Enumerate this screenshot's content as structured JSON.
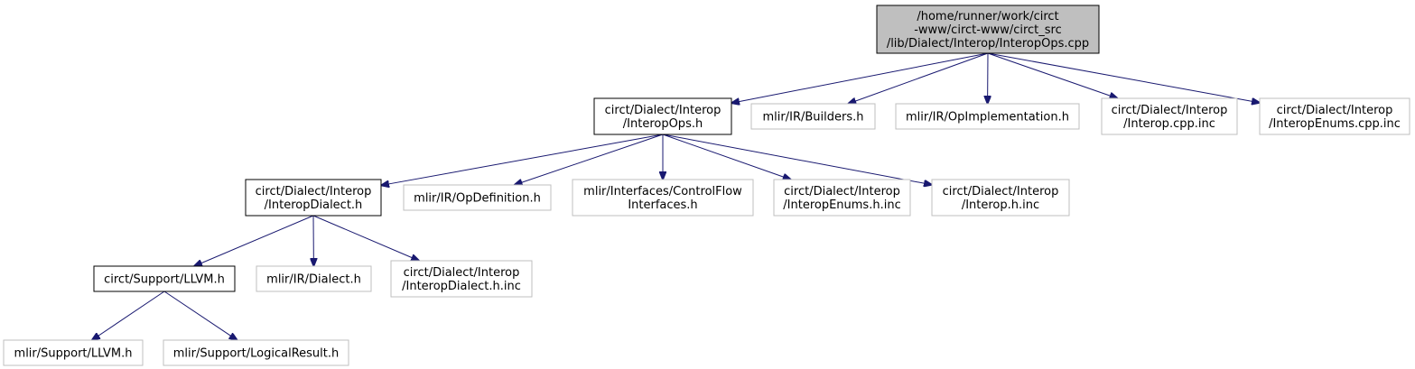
{
  "colors": {
    "edge": "#191970",
    "root_fill": "#bfbfbf",
    "border_primary": "#000000",
    "border_secondary": "#bfbfbf",
    "text": "#000000",
    "background": "#ffffff"
  },
  "nodes": {
    "root": {
      "lines": [
        "/home/runner/work/circt",
        "-www/circt-www/circt_src",
        "/lib/Dialect/Interop/InteropOps.cpp"
      ],
      "style": "root"
    },
    "interop_ops_h": {
      "lines": [
        "circt/Dialect/Interop",
        "/InteropOps.h"
      ],
      "style": "primary"
    },
    "mlir_builders_h": {
      "lines": [
        "mlir/IR/Builders.h"
      ],
      "style": "secondary"
    },
    "mlir_opimplementation_h": {
      "lines": [
        "mlir/IR/OpImplementation.h"
      ],
      "style": "secondary"
    },
    "interop_cpp_inc": {
      "lines": [
        "circt/Dialect/Interop",
        "/Interop.cpp.inc"
      ],
      "style": "secondary"
    },
    "interop_enums_cpp_inc": {
      "lines": [
        "circt/Dialect/Interop",
        "/InteropEnums.cpp.inc"
      ],
      "style": "secondary"
    },
    "interop_dialect_h": {
      "lines": [
        "circt/Dialect/Interop",
        "/InteropDialect.h"
      ],
      "style": "primary"
    },
    "mlir_opdefinition_h": {
      "lines": [
        "mlir/IR/OpDefinition.h"
      ],
      "style": "secondary"
    },
    "mlir_controlflow_interfaces_h": {
      "lines": [
        "mlir/Interfaces/ControlFlow",
        "Interfaces.h"
      ],
      "style": "secondary"
    },
    "interop_enums_h_inc": {
      "lines": [
        "circt/Dialect/Interop",
        "/InteropEnums.h.inc"
      ],
      "style": "secondary"
    },
    "interop_h_inc": {
      "lines": [
        "circt/Dialect/Interop",
        "/Interop.h.inc"
      ],
      "style": "secondary"
    },
    "circt_support_llvm_h": {
      "lines": [
        "circt/Support/LLVM.h"
      ],
      "style": "primary"
    },
    "mlir_dialect_h": {
      "lines": [
        "mlir/IR/Dialect.h"
      ],
      "style": "secondary"
    },
    "interop_dialect_h_inc": {
      "lines": [
        "circt/Dialect/Interop",
        "/InteropDialect.h.inc"
      ],
      "style": "secondary"
    },
    "mlir_support_llvm_h": {
      "lines": [
        "mlir/Support/LLVM.h"
      ],
      "style": "secondary"
    },
    "mlir_support_logicalresult_h": {
      "lines": [
        "mlir/Support/LogicalResult.h"
      ],
      "style": "secondary"
    }
  },
  "edges": [
    {
      "from": "root",
      "to": "interop_ops_h"
    },
    {
      "from": "root",
      "to": "mlir_builders_h"
    },
    {
      "from": "root",
      "to": "mlir_opimplementation_h"
    },
    {
      "from": "root",
      "to": "interop_cpp_inc"
    },
    {
      "from": "root",
      "to": "interop_enums_cpp_inc"
    },
    {
      "from": "interop_ops_h",
      "to": "interop_dialect_h"
    },
    {
      "from": "interop_ops_h",
      "to": "mlir_opdefinition_h"
    },
    {
      "from": "interop_ops_h",
      "to": "mlir_controlflow_interfaces_h"
    },
    {
      "from": "interop_ops_h",
      "to": "interop_enums_h_inc"
    },
    {
      "from": "interop_ops_h",
      "to": "interop_h_inc"
    },
    {
      "from": "interop_dialect_h",
      "to": "circt_support_llvm_h"
    },
    {
      "from": "interop_dialect_h",
      "to": "mlir_dialect_h"
    },
    {
      "from": "interop_dialect_h",
      "to": "interop_dialect_h_inc"
    },
    {
      "from": "circt_support_llvm_h",
      "to": "mlir_support_llvm_h"
    },
    {
      "from": "circt_support_llvm_h",
      "to": "mlir_support_logicalresult_h"
    }
  ]
}
